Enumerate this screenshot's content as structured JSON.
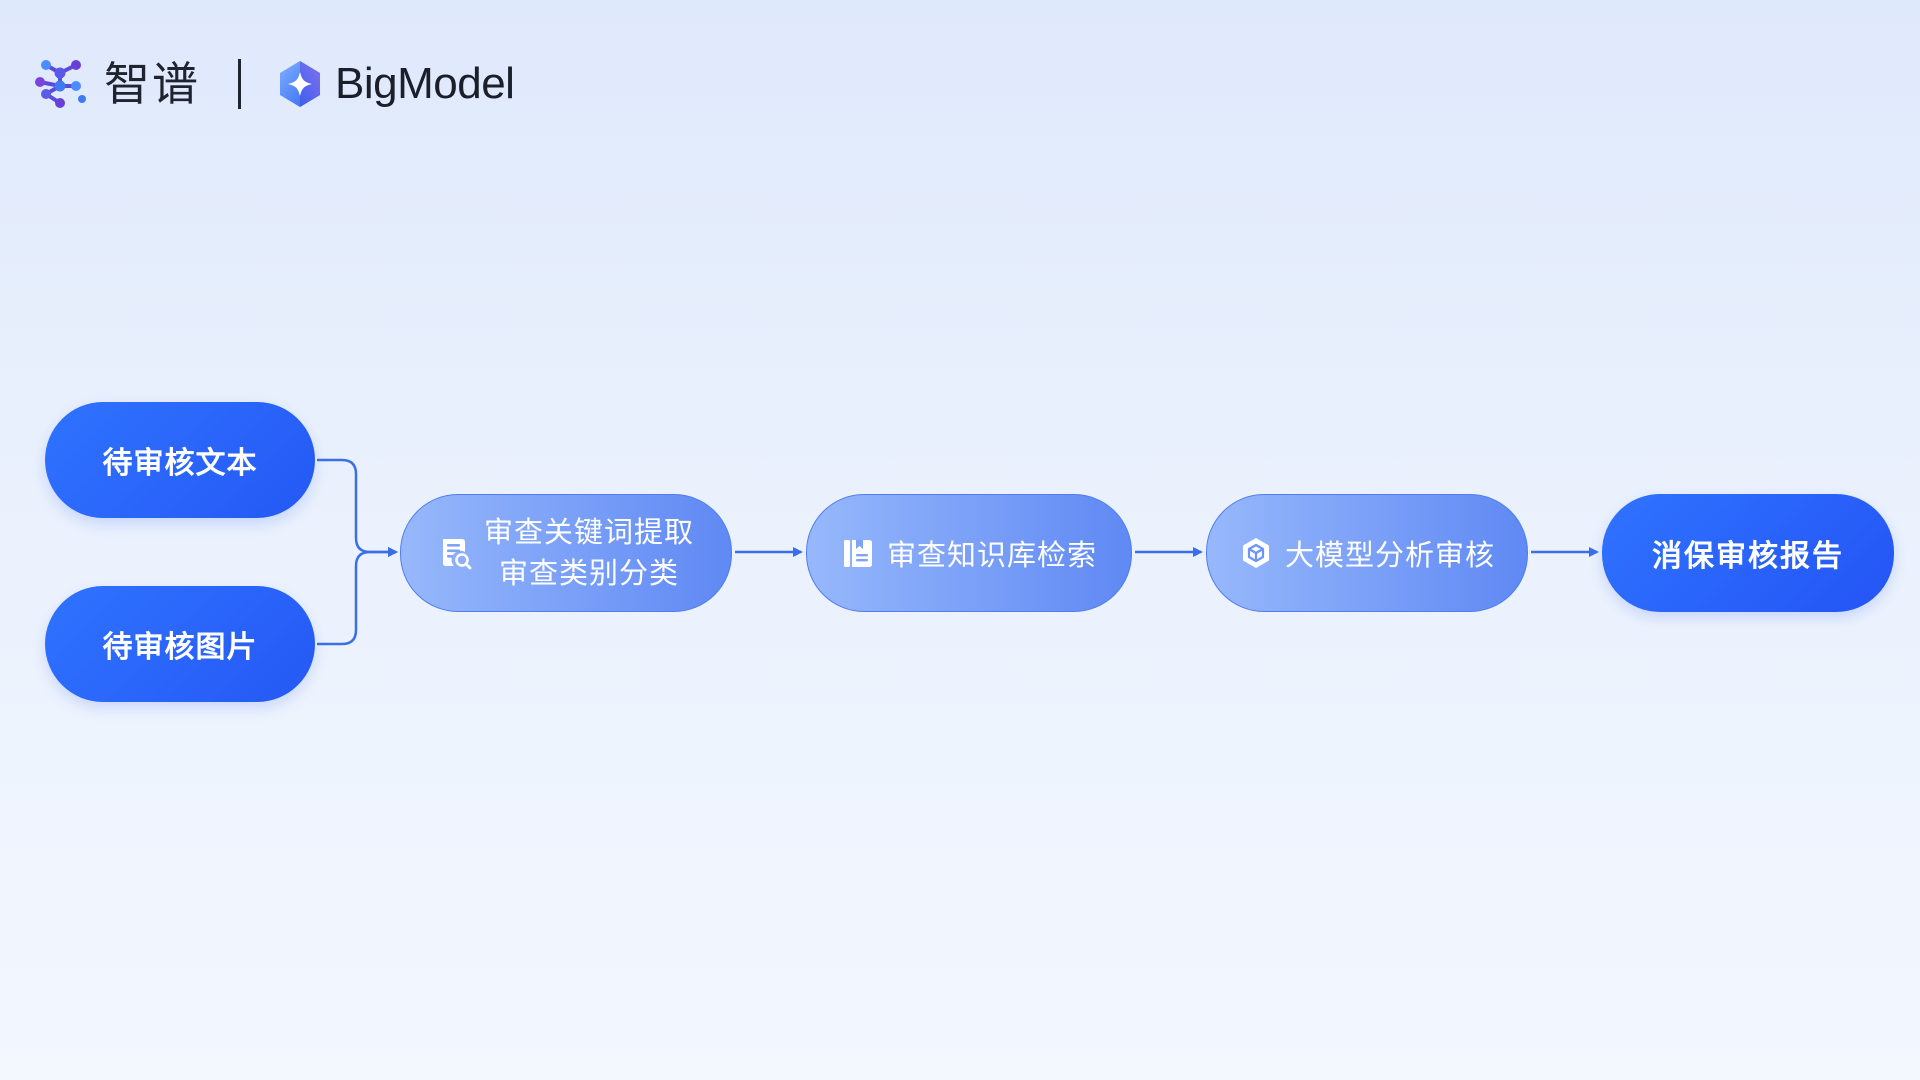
{
  "brand": {
    "zhipu_logo_icon": "molecule-network-logo",
    "zhipu_name": "智谱",
    "bigmodel_logo_icon": "diamond-star-logo",
    "bigmodel_name": "BigModel"
  },
  "diagram": {
    "inputs": [
      {
        "label": "待审核文本"
      },
      {
        "label": "待审核图片"
      }
    ],
    "steps": [
      {
        "icon": "document-search-icon",
        "lines": [
          "审查关键词提取",
          "审查类别分类"
        ]
      },
      {
        "icon": "notebook-icon",
        "label": "审查知识库检索"
      },
      {
        "icon": "model-cube-icon",
        "label": "大模型分析审核"
      }
    ],
    "output": {
      "label": "消保审核报告"
    }
  },
  "colors": {
    "background_top": "#dfe9fc",
    "background_bottom": "#f3f7fe",
    "node_primary": "#2f6bff",
    "node_step_light": "#97b8fb",
    "node_step_dark": "#5f89f4",
    "connector": "#3b6fe8",
    "text_dark": "#1f2430"
  }
}
